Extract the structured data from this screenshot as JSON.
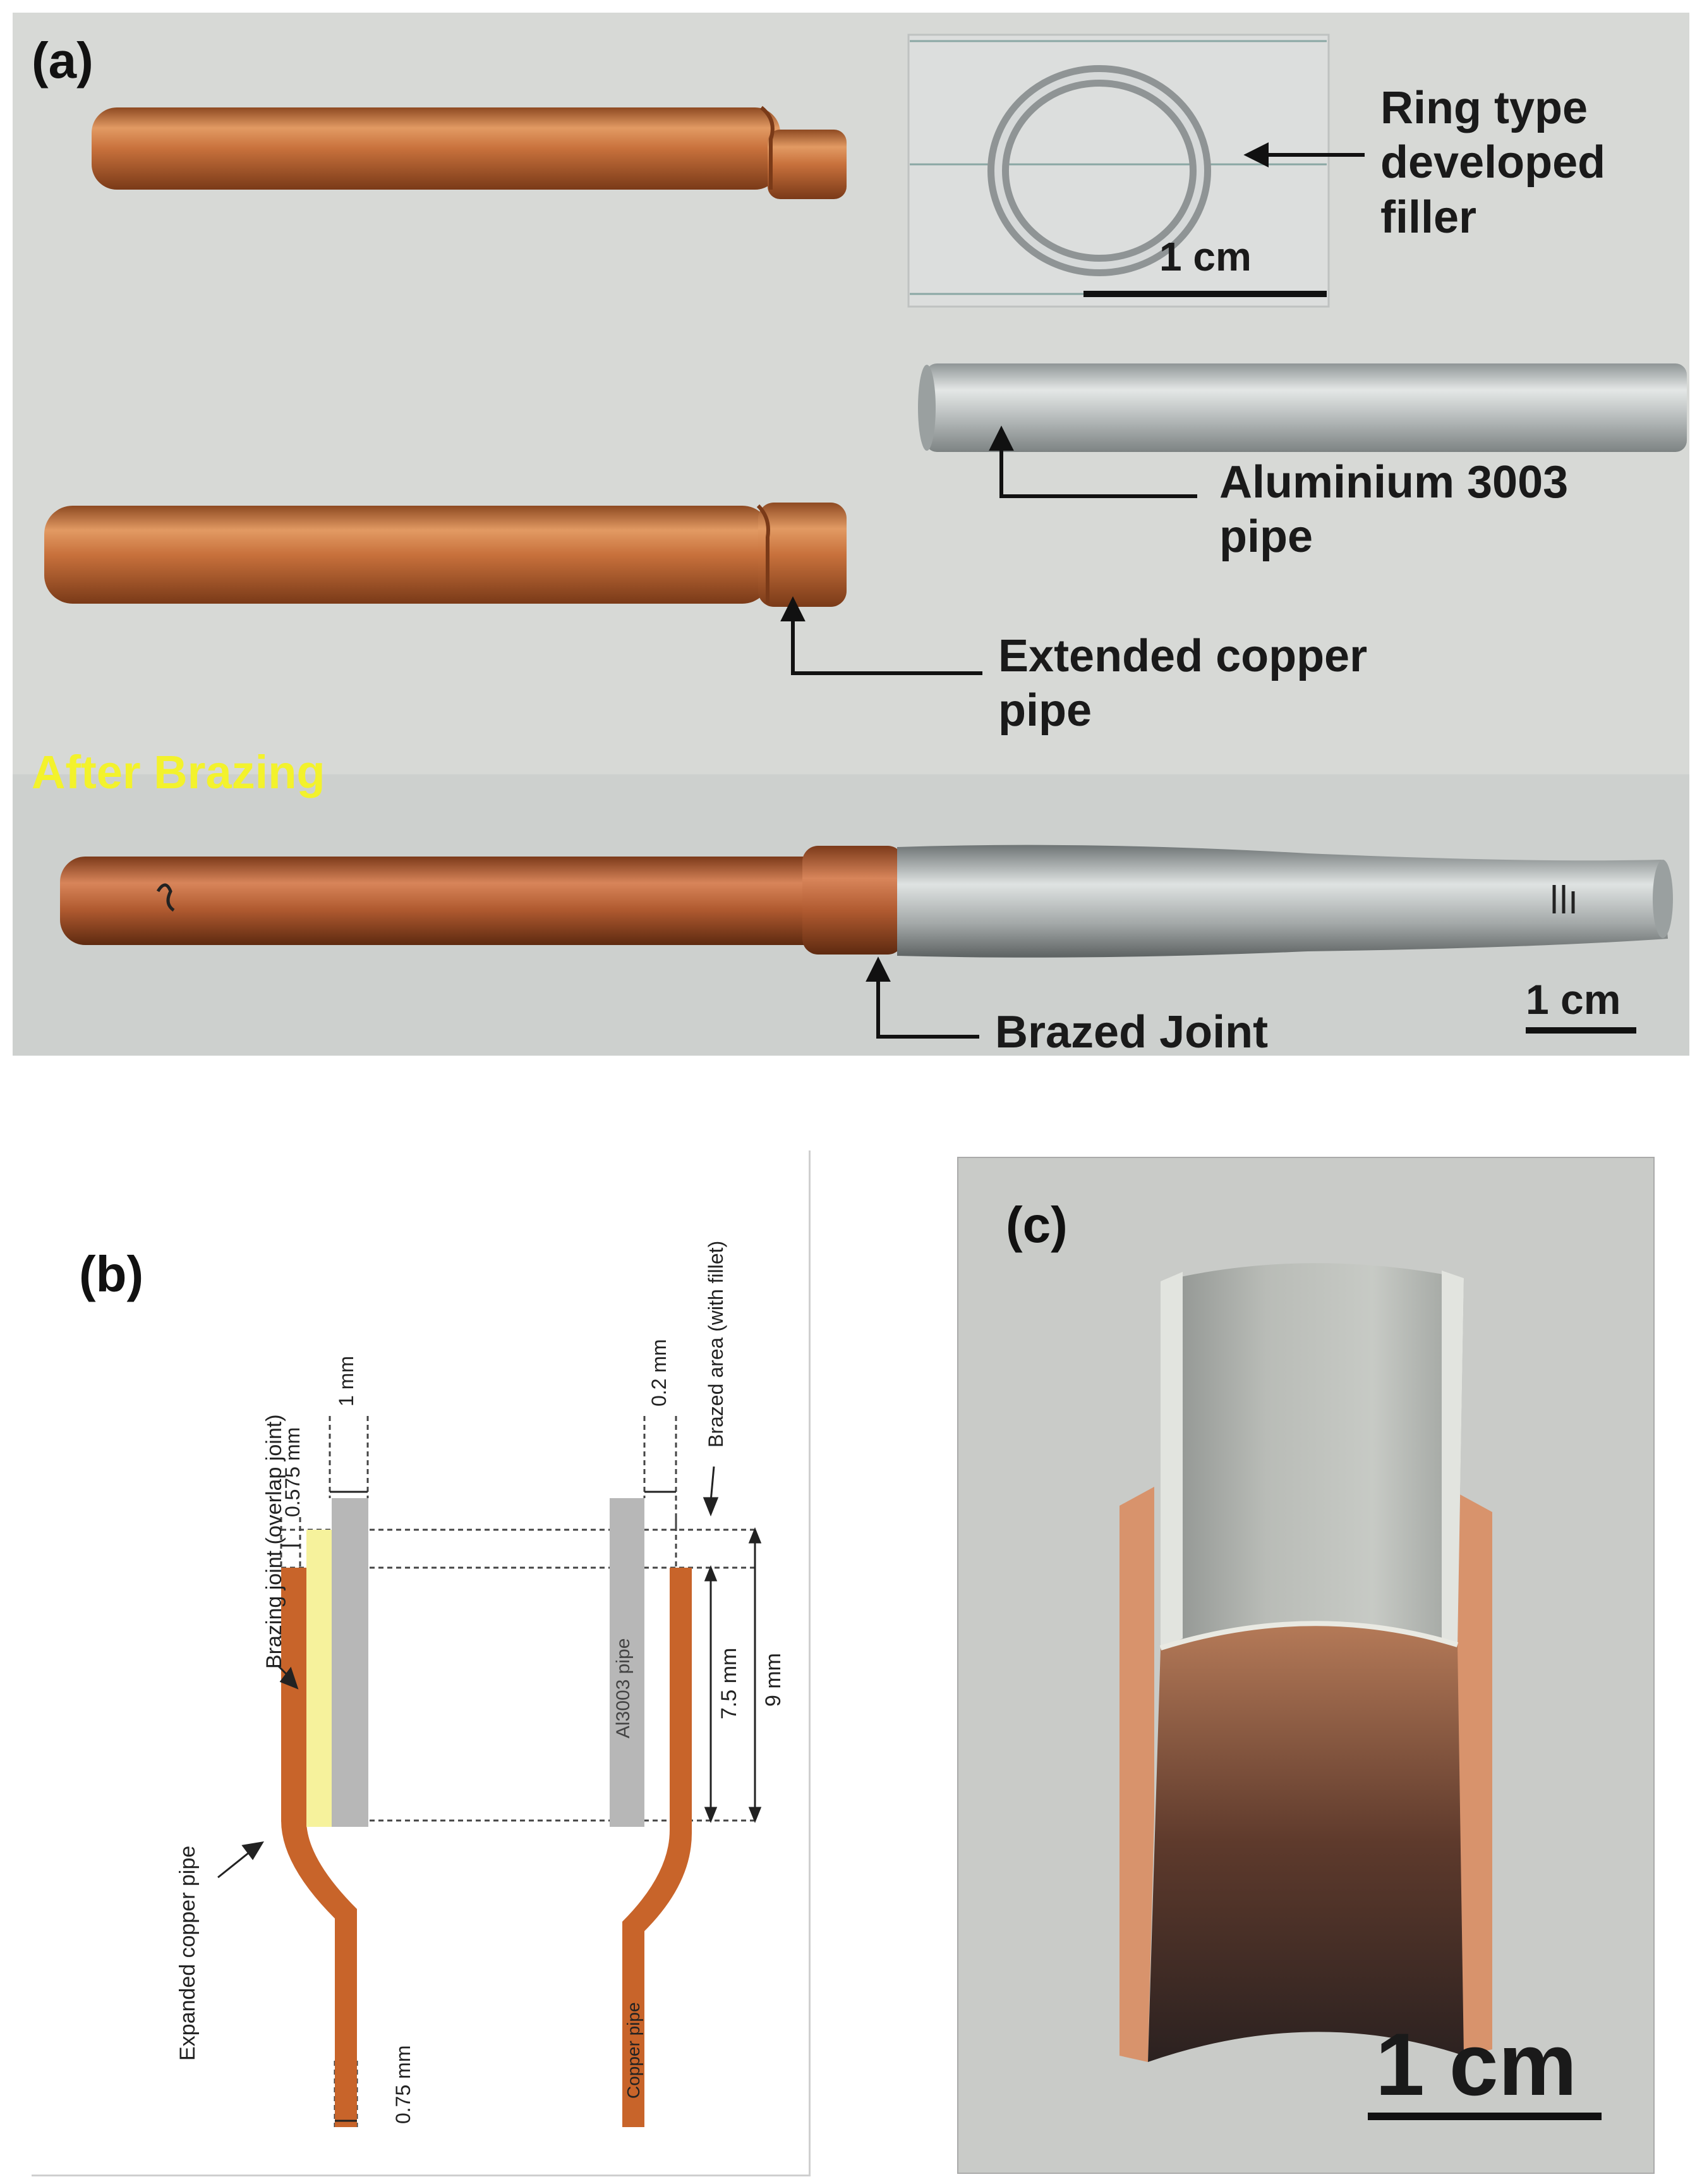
{
  "panel_a": {
    "label": "(a)",
    "ring_label": "Ring type\ndeveloped\nfiller",
    "ring_scale": "1 cm",
    "al_label": "Aluminium 3003\npipe",
    "cu_label": "Extended copper\npipe",
    "after_label": "After Brazing",
    "joint_label": "Brazed Joint",
    "scale": "1 cm"
  },
  "panel_b": {
    "label": "(b)",
    "brazing_joint": "Brazing joint (overlap joint)",
    "expanded_pipe": "Expanded copper pipe",
    "al_pipe": "Al3003 pipe",
    "copper_pipe": "Copper pipe",
    "brazed_area": "Brazed area (with fillet)",
    "dim_0575": "0.575 mm",
    "dim_1": "1 mm",
    "dim_02": "0.2 mm",
    "dim_75": "7.5 mm",
    "dim_9": "9 mm",
    "dim_075": "0.75 mm"
  },
  "panel_c": {
    "label": "(c)",
    "scale": "1 cm"
  },
  "colors": {
    "copper": "#c8642a",
    "aluminium": "#b7b7b7",
    "filler": "#f6f29c",
    "after_brazing": "#f3f22c"
  }
}
